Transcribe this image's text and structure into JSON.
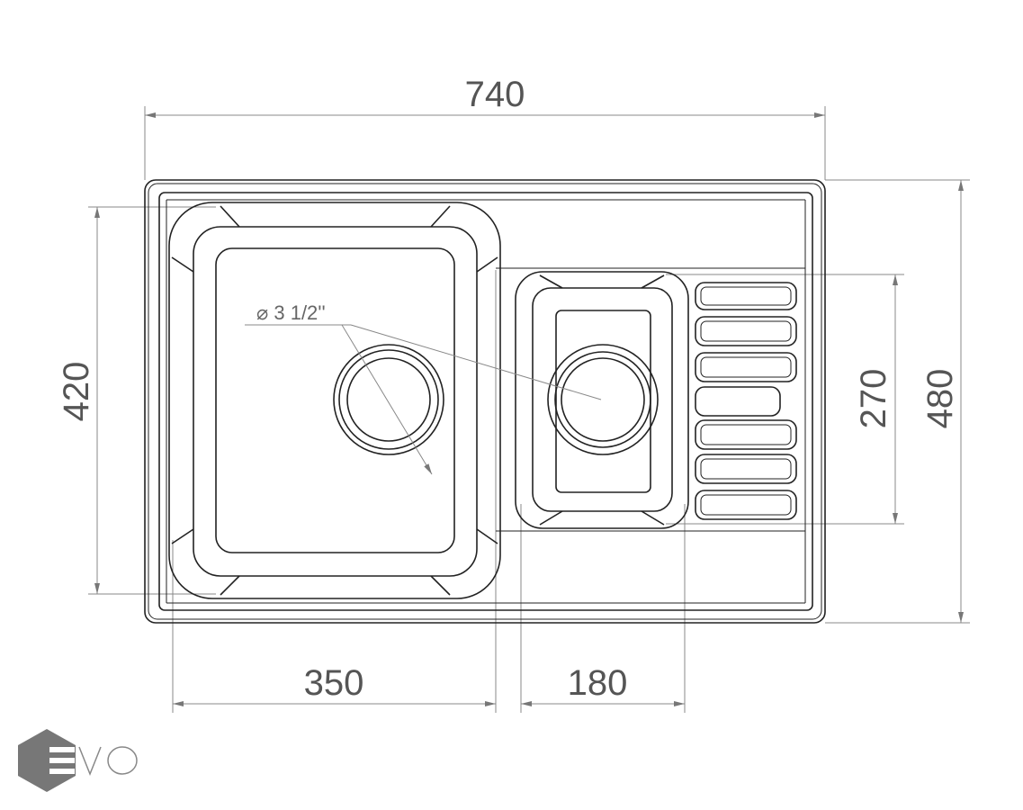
{
  "dimensions": {
    "overall_width": "740",
    "overall_depth": "480",
    "main_bowl_depth": "420",
    "small_bowl_depth": "270",
    "main_bowl_width": "350",
    "small_bowl_width": "180"
  },
  "drain_label": "⌀ 3 1/2''",
  "logo": {
    "text": "EVO"
  },
  "colors": {
    "line": "#222222",
    "dimension": "#888888",
    "logo": "#777777"
  }
}
